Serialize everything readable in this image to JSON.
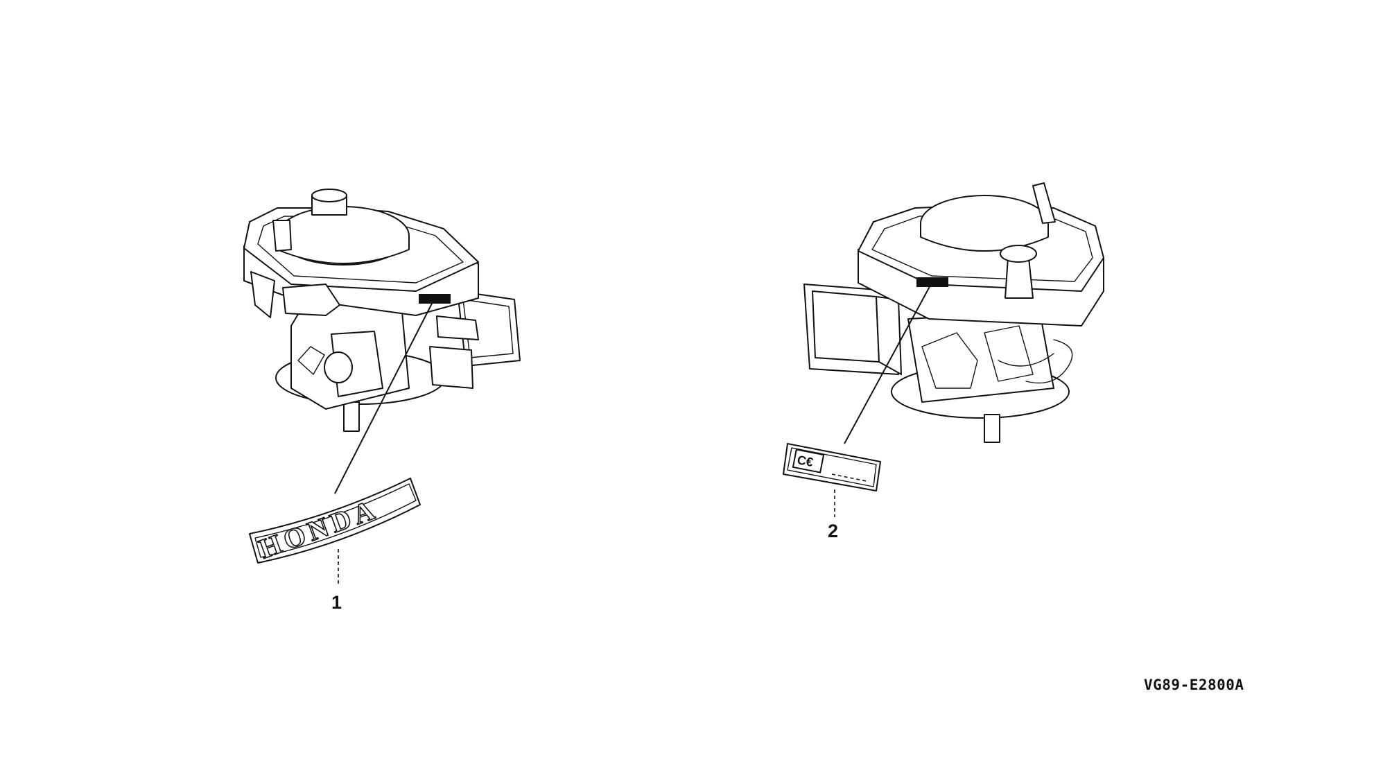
{
  "diagram": {
    "parts": [
      {
        "ref": "1",
        "label": "1",
        "emblem_text": "HONDA",
        "emblem_icon": "honda-wordmark-emblem"
      },
      {
        "ref": "2",
        "label": "2",
        "emblem_icon": "ce-mark-label"
      }
    ],
    "drawing_code": "VG89-E2800A"
  }
}
